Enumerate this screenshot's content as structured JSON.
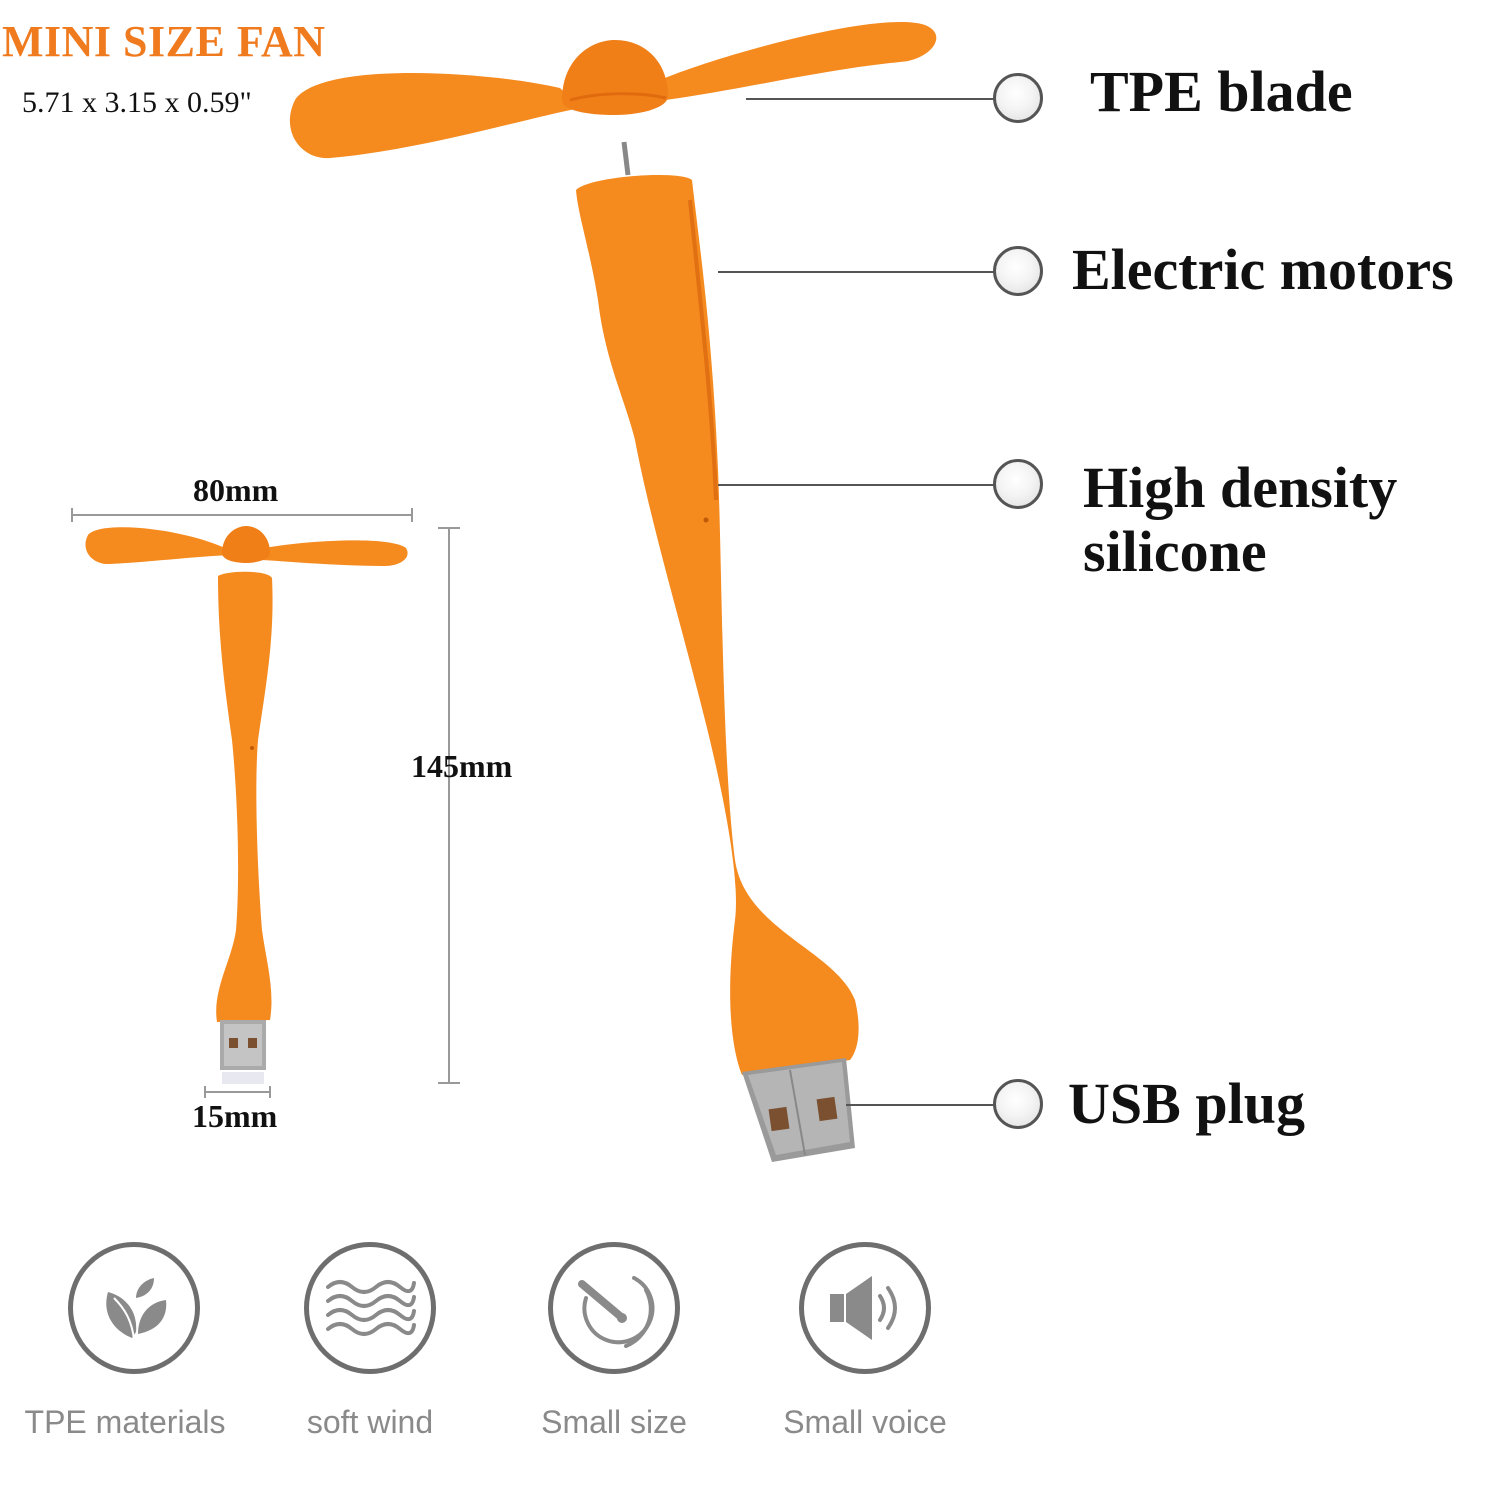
{
  "header": {
    "title": "MINI SIZE FAN",
    "dimensions": "5.71 x 3.15 x 0.59\""
  },
  "colors": {
    "accent": "#f07a1e",
    "fan_orange": "#f58a1f",
    "fan_orange_dark": "#e07012",
    "callout_gray": "#555555",
    "feature_gray": "#6e6e6e",
    "feature_text": "#8a8a8a"
  },
  "callouts": [
    {
      "label": "TPE blade"
    },
    {
      "label": "Electric motors"
    },
    {
      "label_line1": "High density",
      "label_line2": "silicone"
    },
    {
      "label": "USB plug"
    }
  ],
  "measurements": {
    "width": "80mm",
    "height": "145mm",
    "plug_width": "15mm"
  },
  "features": [
    {
      "label": "TPE materials",
      "icon": "leaf-icon"
    },
    {
      "label": "soft wind",
      "icon": "wind-waves-icon"
    },
    {
      "label": "Small size",
      "icon": "gauge-icon"
    },
    {
      "label": "Small voice",
      "icon": "speaker-icon"
    }
  ]
}
